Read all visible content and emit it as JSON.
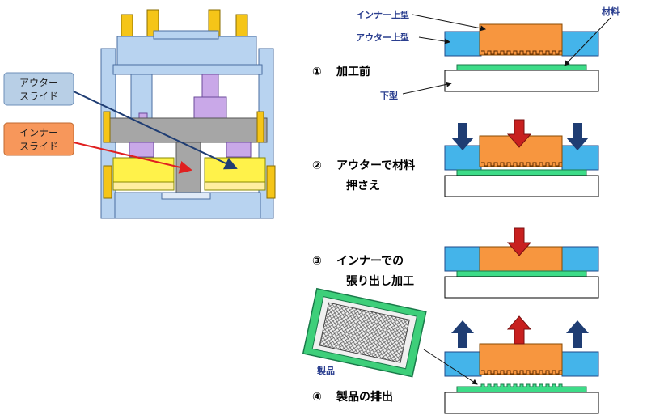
{
  "colors": {
    "outer_mold": "#44b4ea",
    "inner_mold": "#f7963f",
    "material": "#3ddc88",
    "lower_mold": "#ffffff",
    "press_frame": "#b8d3f0",
    "press_slide": "#fff24a",
    "press_gray": "#a6a6a6",
    "arrow_down_outer": "#1f3d73",
    "arrow_down_inner": "#b81f1f",
    "callout_outer_bg": "#b8cfe6",
    "callout_inner_bg": "#f7975b",
    "product_frame": "#3ecf7a"
  },
  "callouts": {
    "outer_slide_line1": "アウター",
    "outer_slide_line2": "スライド",
    "inner_slide_line1": "インナー",
    "inner_slide_line2": "スライド"
  },
  "part_labels": {
    "inner_upper": "インナー上型",
    "outer_upper": "アウター上型",
    "material": "材料",
    "lower_mold": "下型",
    "product": "製品"
  },
  "steps": {
    "s1_num": "①",
    "s1_line1": "加工前",
    "s2_num": "②",
    "s2_line1": "アウターで材料",
    "s2_line2": "押さえ",
    "s3_num": "③",
    "s3_line1": "インナーでの",
    "s3_line2": "張り出し加工",
    "s4_num": "④",
    "s4_line1": "製品の排出"
  }
}
